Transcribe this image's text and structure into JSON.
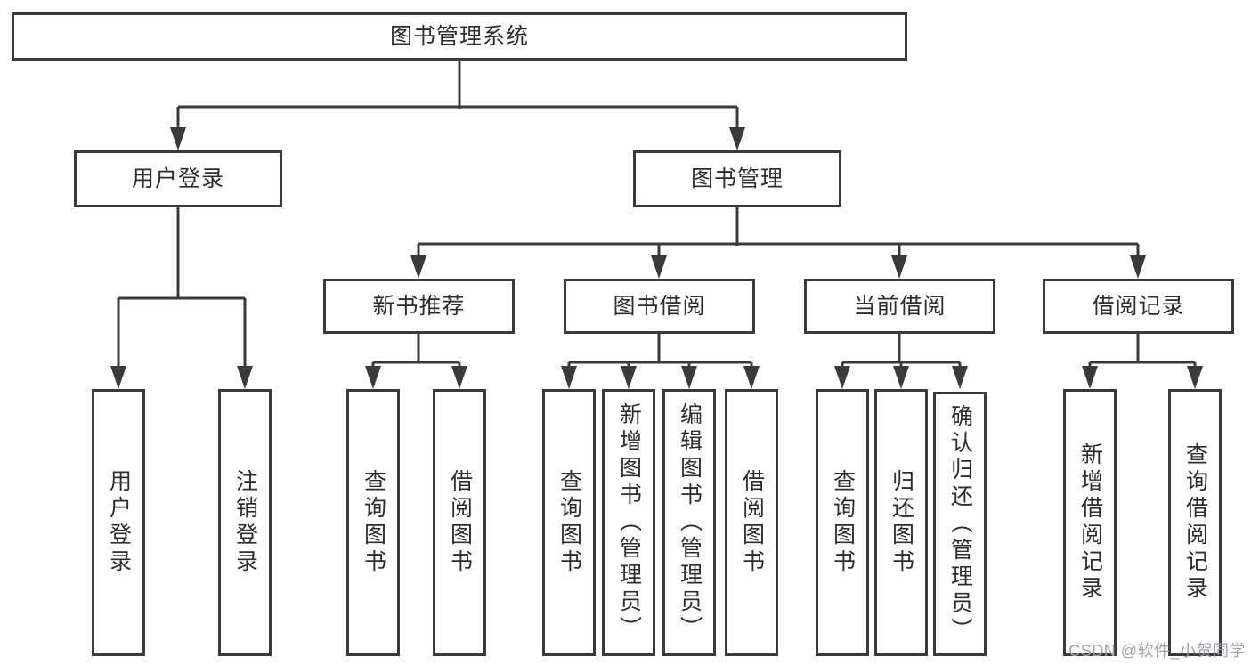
{
  "diagram": {
    "title": "图书管理系统",
    "branches": [
      {
        "label": "用户登录",
        "children": [
          "用户登录",
          "注销登录"
        ]
      },
      {
        "label": "图书管理",
        "children": [
          {
            "label": "新书推荐",
            "children": [
              "查询图书",
              "借阅图书"
            ]
          },
          {
            "label": "图书借阅",
            "children": [
              "查询图书",
              "新增图书（管理员）",
              "编辑图书（管理员）",
              "借阅图书"
            ]
          },
          {
            "label": "当前借阅",
            "children": [
              "查询图书",
              "归还图书",
              "确认归还（管理员）"
            ]
          },
          {
            "label": "借阅记录",
            "children": [
              "新增借阅记录",
              "查询借阅记录"
            ]
          }
        ]
      }
    ]
  },
  "watermark": {
    "text": "CSDN @软件_小贺同学"
  },
  "colors": {
    "line": "#3a3a3a",
    "text": "#2d2d2d",
    "box_background": "#ffffff",
    "watermark": "#9fa1a8",
    "background": "#ffffff"
  }
}
